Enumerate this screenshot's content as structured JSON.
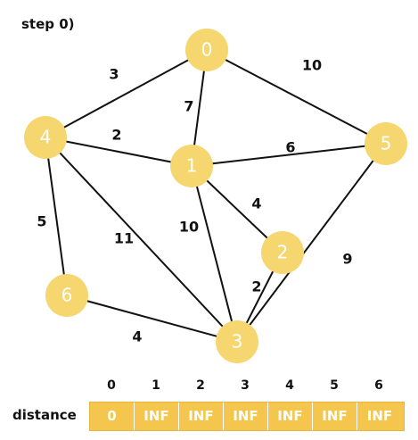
{
  "step_label": "step 0)",
  "colors": {
    "node_fill": "#f6d66f",
    "table_fill": "#f5c64d"
  },
  "graph": {
    "nodes": [
      {
        "id": "0",
        "label": "0"
      },
      {
        "id": "1",
        "label": "1"
      },
      {
        "id": "2",
        "label": "2"
      },
      {
        "id": "3",
        "label": "3"
      },
      {
        "id": "4",
        "label": "4"
      },
      {
        "id": "5",
        "label": "5"
      },
      {
        "id": "6",
        "label": "6"
      }
    ],
    "edges": [
      {
        "from": "0",
        "to": "4",
        "weight": "3"
      },
      {
        "from": "0",
        "to": "1",
        "weight": "7"
      },
      {
        "from": "0",
        "to": "5",
        "weight": "10"
      },
      {
        "from": "4",
        "to": "1",
        "weight": "2"
      },
      {
        "from": "1",
        "to": "5",
        "weight": "6"
      },
      {
        "from": "1",
        "to": "2",
        "weight": "4"
      },
      {
        "from": "1",
        "to": "3",
        "weight": "10"
      },
      {
        "from": "4",
        "to": "3",
        "weight": "11"
      },
      {
        "from": "4",
        "to": "6",
        "weight": "5"
      },
      {
        "from": "2",
        "to": "3",
        "weight": "2"
      },
      {
        "from": "5",
        "to": "3",
        "weight": "9"
      },
      {
        "from": "6",
        "to": "3",
        "weight": "4"
      }
    ]
  },
  "distance": {
    "label": "distance",
    "indices": [
      "0",
      "1",
      "2",
      "3",
      "4",
      "5",
      "6"
    ],
    "values": [
      "0",
      "INF",
      "INF",
      "INF",
      "INF",
      "INF",
      "INF"
    ]
  }
}
